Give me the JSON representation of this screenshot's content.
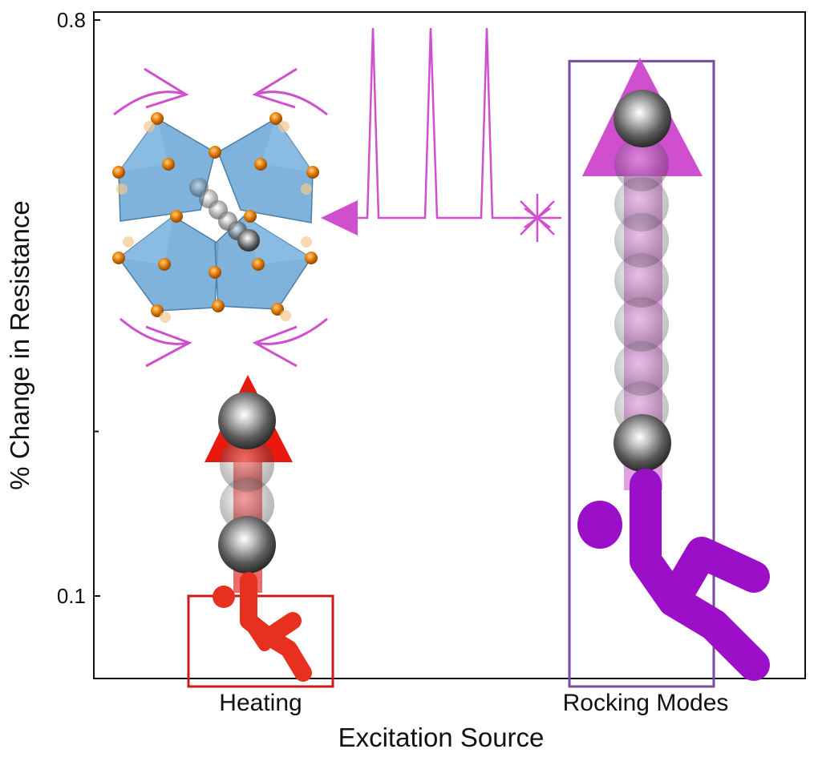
{
  "chart_data": {
    "type": "bar",
    "title": "",
    "xlabel": "Excitation Source",
    "ylabel": "% Change in Resistance",
    "categories": [
      "Heating",
      "Rocking Modes"
    ],
    "values": [
      0.1,
      0.75
    ],
    "ylim": [
      0.08,
      0.8
    ],
    "yticks": [
      {
        "value": 0.1,
        "label": "0.1"
      },
      {
        "value": 0.8,
        "label": "0.8"
      }
    ],
    "minor_yticks": [
      0.3
    ],
    "grid": false,
    "legend": "none",
    "colors": {
      "heating_bar": "#cc1a1a",
      "rocking_bar": "#7a4a9e",
      "heating_figure": "#e8301f",
      "rocking_figure": "#9c0fc9",
      "pink_annotation": "#cf4fcf",
      "octahedra": "#6aa6d6",
      "atom_orange": "#e8860e",
      "axis": "#111111"
    }
  }
}
